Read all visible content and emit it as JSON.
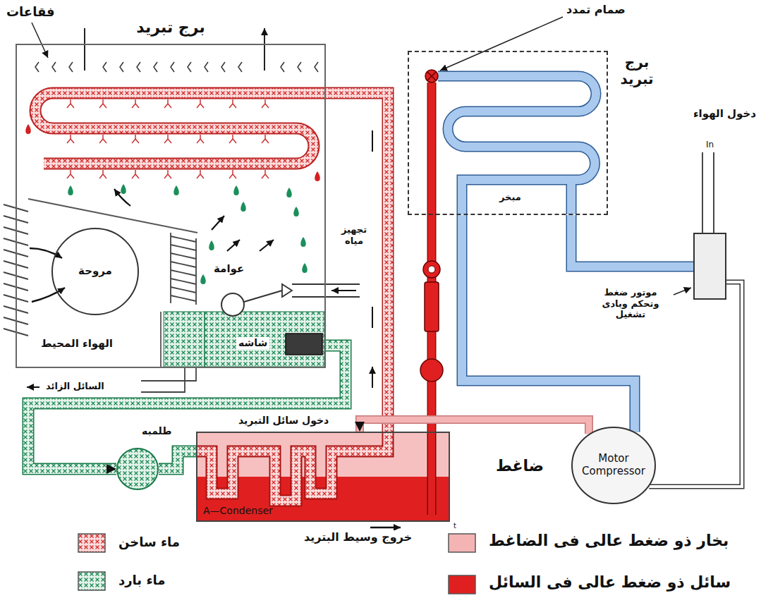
{
  "diagram": {
    "nodes": [
      {
        "text": [
          "برج تبريد"
        ]
      },
      {
        "text": [
          "مروحة"
        ],
        "in": 0
      },
      {
        "text": [
          "برج تبريد"
        ]
      },
      {
        "text": [
          "موتور ضغط وتحكم وبادى تشغيل"
        ]
      },
      {
        "text": [
          "طلمبه"
        ]
      },
      {
        "text": [
          "A—Condenser"
        ]
      },
      {
        "text": [
          "Motor Compressor"
        ]
      }
    ],
    "edges": [
      {
        "from": 0,
        "to": 4,
        "arrow": "to"
      },
      {
        "from": 4,
        "to": 5,
        "arrow": "none"
      },
      {
        "from": 5,
        "to": 0,
        "arrow": "none"
      },
      {
        "from": 5,
        "to": 2,
        "arrow": "none"
      },
      {
        "from": 2,
        "to": 6,
        "arrow": "none"
      },
      {
        "from": 2,
        "to": 3,
        "arrow": "none"
      },
      {
        "from": 3,
        "to": 6,
        "arrow": "none"
      },
      {
        "from": 6,
        "to": 5,
        "arrow": "to"
      }
    ],
    "labels": [
      "فقاعات",
      "صمام تمدد",
      "دخول الهواء",
      "In",
      "مبخر",
      "تجهيز مياه",
      "عوامة",
      "شاشه",
      "الهواء المحيط",
      "السائل الزائد",
      "دخول سائل التبريد",
      "ضاغط",
      "خروج وسيط البتريد",
      "t"
    ],
    "legend": [
      {
        "text": "ماء ساخن"
      },
      {
        "text": "ماء بارد"
      },
      {
        "text": "بخار ذو ضغط عالى فى الضاغط",
        "color": "#f4b4b4"
      },
      {
        "text": "سائل ذو ضغط عالى فى السائل",
        "color": "#e02020"
      }
    ]
  }
}
